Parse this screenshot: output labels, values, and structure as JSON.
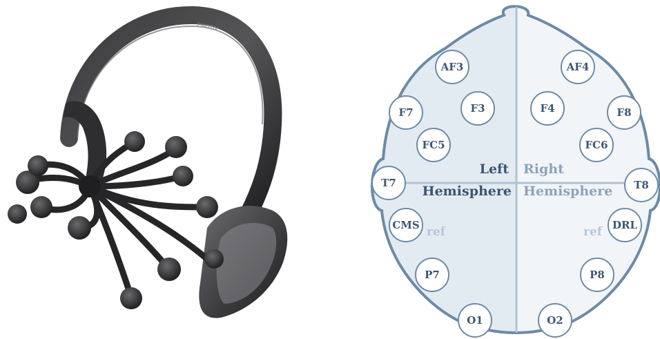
{
  "colors": {
    "head_outline": "#6d8aa6",
    "left_fill": "#e3ebf2",
    "right_fill": "#f1f5f8",
    "electrode_stroke": "#6d8aa6",
    "electrode_fill": "#ffffff",
    "label_dark": "#3c5570",
    "label_light": "#8fa3b8",
    "ref_text": "#b9c6d3",
    "headset_dark": "#2b2b2d",
    "headset_mid": "#4a4a4d"
  },
  "headset": {
    "brand_text": "EMOTIV",
    "icon": "eeg-headset"
  },
  "hemispheres": {
    "left_line1": "Left",
    "left_line2": "Hemisphere",
    "right_line1": "Right",
    "right_line2": "Hemisphere"
  },
  "references": {
    "left": "ref",
    "right": "ref"
  },
  "electrodes": [
    {
      "id": "AF3"
    },
    {
      "id": "AF4"
    },
    {
      "id": "F7"
    },
    {
      "id": "F3"
    },
    {
      "id": "F4"
    },
    {
      "id": "F8"
    },
    {
      "id": "FC5"
    },
    {
      "id": "FC6"
    },
    {
      "id": "T7"
    },
    {
      "id": "T8"
    },
    {
      "id": "CMS"
    },
    {
      "id": "DRL"
    },
    {
      "id": "P7"
    },
    {
      "id": "P8"
    },
    {
      "id": "O1"
    },
    {
      "id": "O2"
    }
  ]
}
